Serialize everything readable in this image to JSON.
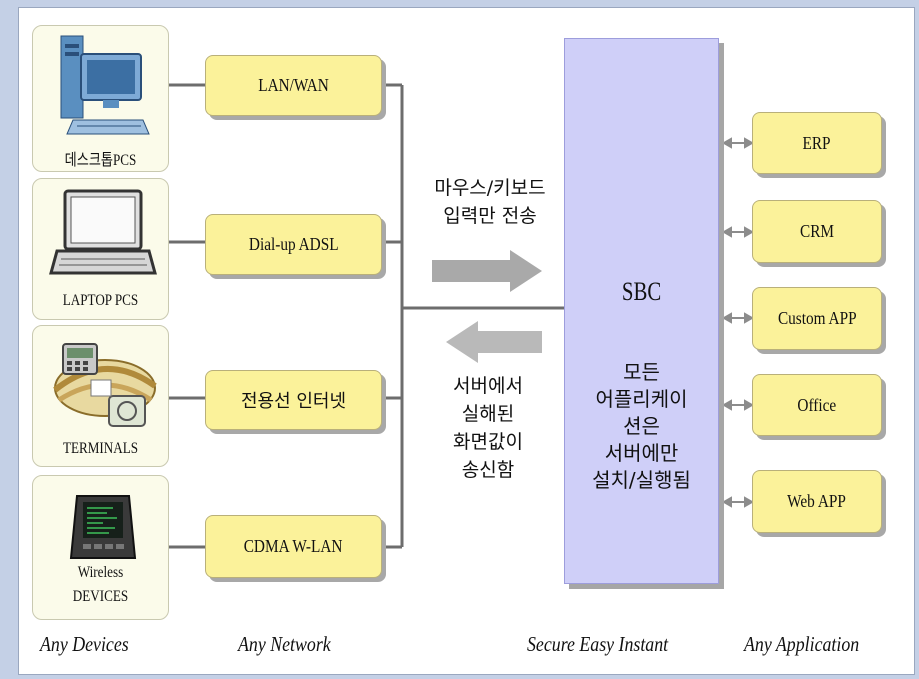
{
  "devices": [
    {
      "label": "데스크톱PCS",
      "icon": "desktop-pc-icon"
    },
    {
      "label": "LAPTOP PCS",
      "icon": "laptop-icon"
    },
    {
      "label": "TERMINALS",
      "icon": "terminal-icon"
    },
    {
      "label_line1": "Wireless",
      "label_line2": "DEVICES",
      "icon": "wireless-device-icon"
    }
  ],
  "networks": [
    "LAN/WAN",
    "Dial-up ADSL",
    "전용선 인터넷",
    "CDMA W-LAN"
  ],
  "flow": {
    "input_note": "마우스/키보드\n입력만 전송",
    "output_note": "서버에서\n실해된\n화면값이\n송신함"
  },
  "sbc": {
    "title": "SBC",
    "description": "모든\n어플리케이\n션은\n서버에만\n설치/실행됨"
  },
  "applications": [
    "ERP",
    "CRM",
    "Custom APP",
    "Office",
    "Web APP"
  ],
  "footer": {
    "devices": "Any Devices",
    "network": "Any Network",
    "sbc": "Secure Easy Instant",
    "application": "Any Application"
  },
  "colors": {
    "background": "#c4d0e6",
    "network_box": "#fbf29a",
    "sbc_box": "#cfcff8",
    "device_box": "#fbfbea",
    "arrow": "#a9a9a9"
  }
}
